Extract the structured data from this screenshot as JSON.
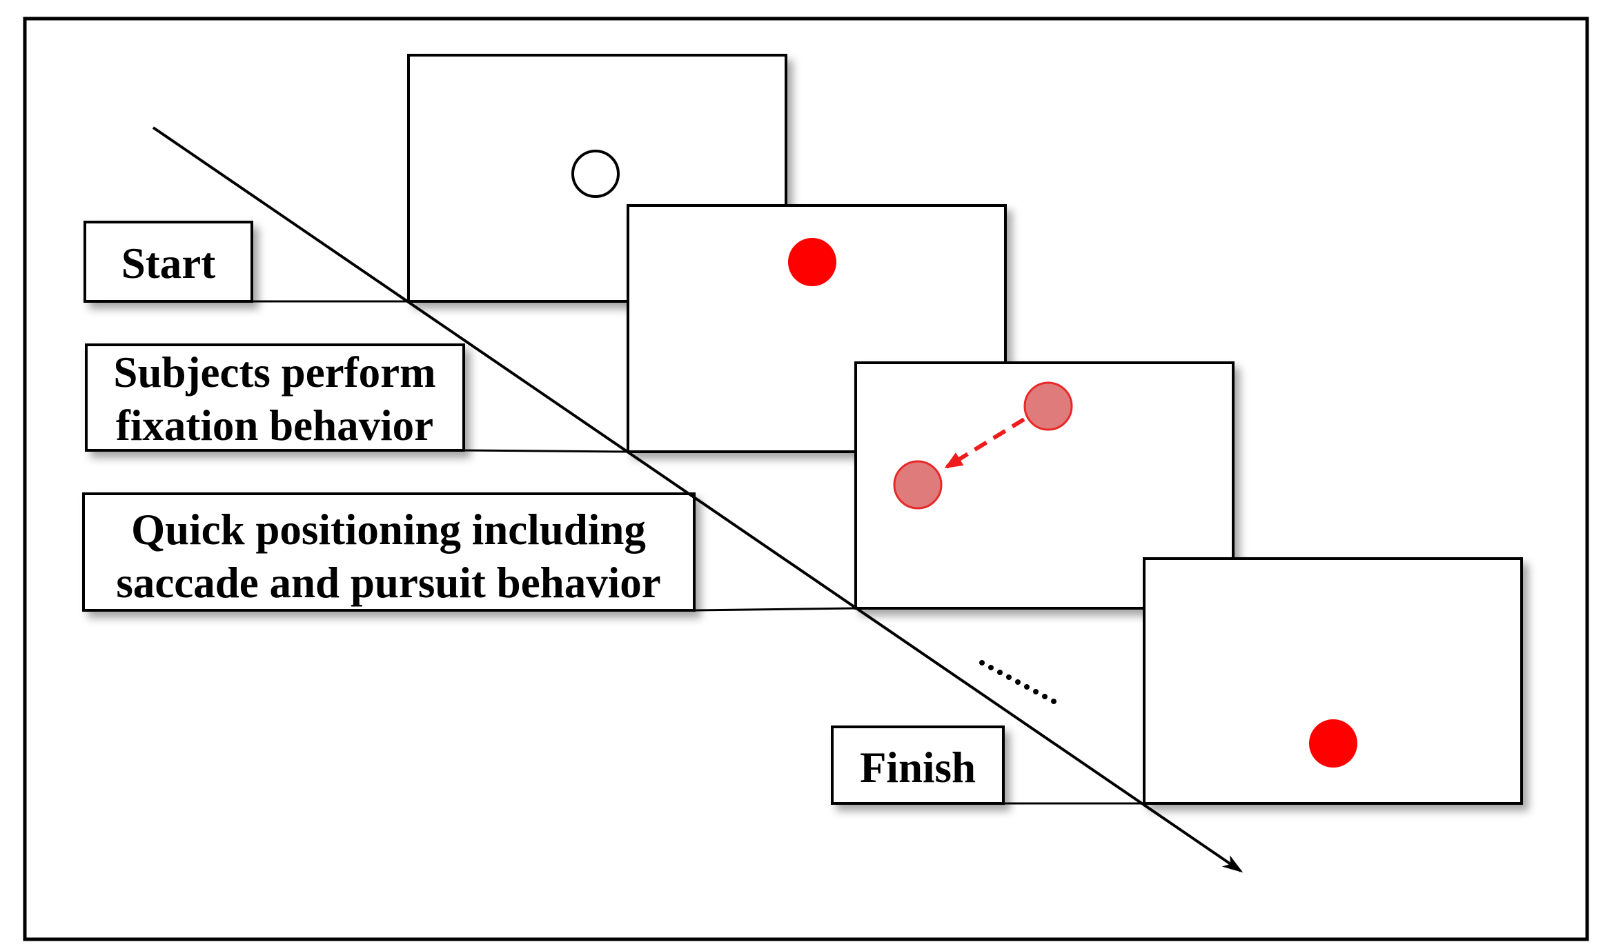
{
  "labels": {
    "start": "Start",
    "fixation_line1": "Subjects perform",
    "fixation_line2": "fixation behavior",
    "positioning_line1": "Quick positioning including",
    "positioning_line2": "saccade and pursuit behavior",
    "finish": "Finish",
    "ellipsis": "......"
  },
  "colors": {
    "outline": "#000000",
    "target_red": "#ff0000",
    "moving_target_fill": "#e07b7b",
    "moving_target_stroke": "#e82828",
    "arrow_red": "#ee1c1c",
    "background": "#ffffff"
  },
  "stimuli": {
    "screen_1": "hollow-circle-target",
    "screen_2": "red-dot-target",
    "screen_3": "moving-target-with-arrow",
    "screen_4": "red-dot-target"
  }
}
